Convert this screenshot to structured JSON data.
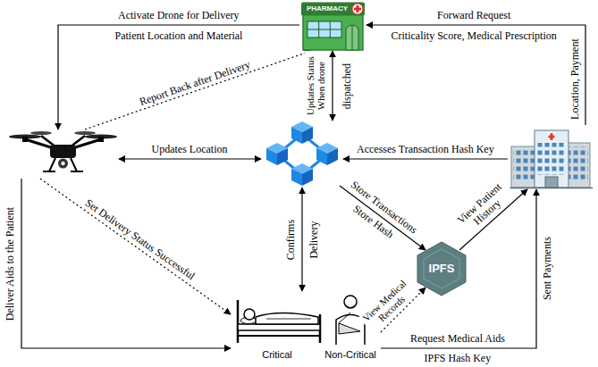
{
  "diagram": {
    "nodes": [
      {
        "text": [
          "PHARMACY"
        ]
      },
      {
        "text": []
      },
      {
        "text": []
      },
      {
        "text": []
      },
      {
        "text": [
          "IPFS"
        ]
      },
      {
        "text": [
          "Critical",
          "Non-Critical"
        ]
      }
    ],
    "edges": [
      {
        "from": 0,
        "to": 1,
        "arrow": "to",
        "label": "Activate Drone for Delivery"
      },
      {
        "from": 1,
        "to": 0,
        "arrow": "to",
        "label": "Report Back after Delivery"
      },
      {
        "from": 3,
        "to": 0,
        "arrow": "to",
        "label": "Forward Request"
      },
      {
        "from": 2,
        "to": 0,
        "arrow": "both",
        "label": "Updates Status When drone"
      },
      {
        "from": 1,
        "to": 2,
        "arrow": "both",
        "label": "Updates Location"
      },
      {
        "from": 3,
        "to": 2,
        "arrow": "to",
        "label": "Accesses Transaction Hash Key"
      },
      {
        "from": 2,
        "to": 4,
        "arrow": "to",
        "label": "Store Transactions"
      },
      {
        "from": 4,
        "to": 3,
        "arrow": "to",
        "label": "View Patient History"
      },
      {
        "from": 5,
        "to": 2,
        "arrow": "both",
        "label": "Confirms"
      },
      {
        "from": 5,
        "to": 4,
        "arrow": "to",
        "label": "View Medical Records"
      },
      {
        "from": 5,
        "to": 3,
        "arrow": "to",
        "label": "Request Medical Aids"
      },
      {
        "from": 1,
        "to": 5,
        "arrow": "to",
        "label": "Deliver Aids to the Patient"
      },
      {
        "from": 1,
        "to": 5,
        "arrow": "to",
        "label": "Set Delivery Status Successful"
      }
    ],
    "labels": [
      "Patient Location and Material",
      "Criticality Score, Medical Prescription",
      "Location, Payment",
      "dispatched",
      "Store Hash",
      "Delivery",
      "IPFS Hash Key",
      "Sent Payments"
    ]
  }
}
